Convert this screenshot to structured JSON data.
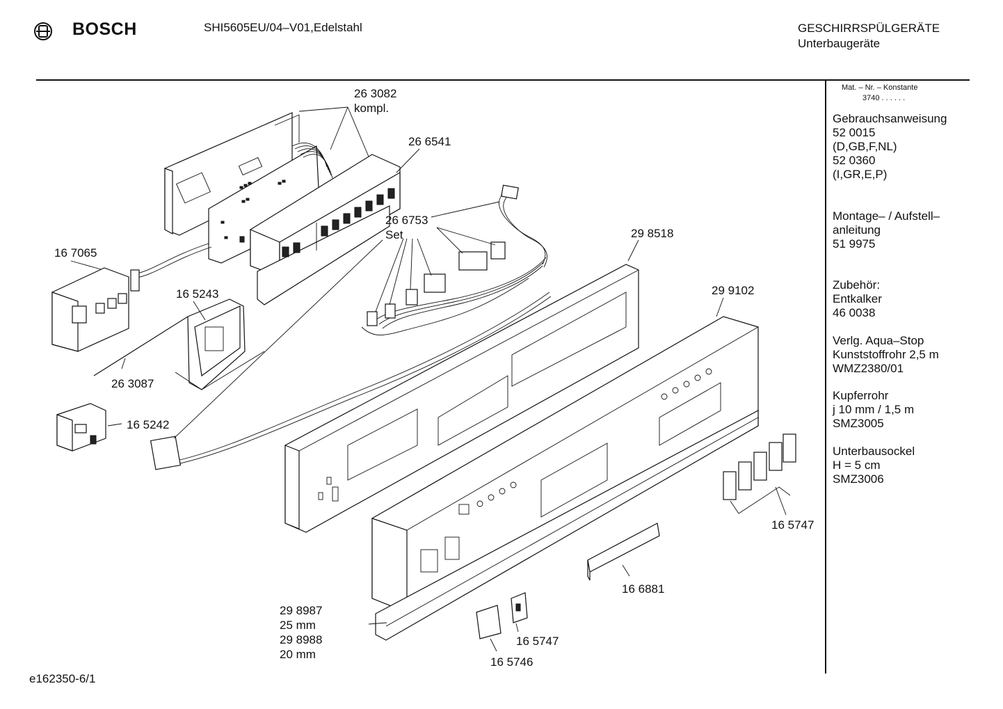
{
  "header": {
    "brand": "BOSCH",
    "model": "SHI5605EU/04–V01,Edelstahl",
    "category_line1": "GESCHIRRSPÜLGERÄTE",
    "category_line2": "Unterbaugeräte"
  },
  "sidebar": {
    "mat_nr_label": "Mat. – Nr. – Konstante",
    "mat_nr_value": "3740  .  .    .  .  .  .",
    "sections": [
      {
        "lines": [
          "Gebrauchsanweisung",
          "52 0015",
          "(D,GB,F,NL)",
          "52 0360",
          "(I,GR,E,P)"
        ]
      },
      {
        "lines": [
          "Montage– / Aufstell–",
          "anleitung",
          "51 9975"
        ]
      },
      {
        "lines": [
          "Zubehör:",
          "Entkalker",
          "46 0038"
        ]
      },
      {
        "lines": [
          "Verlg. Aqua–Stop",
          "Kunststoffrohr 2,5 m",
          "WMZ2380/01"
        ]
      },
      {
        "lines": [
          "Kupferrohr",
          "j 10 mm / 1,5 m",
          "SMZ3005"
        ]
      },
      {
        "lines": [
          "Unterbausockel",
          "H = 5 cm",
          "SMZ3006"
        ]
      }
    ]
  },
  "parts": [
    {
      "lines": [
        "26 3082",
        "kompl."
      ]
    },
    {
      "lines": [
        "26 6541"
      ]
    },
    {
      "lines": [
        "26 6753",
        "Set"
      ]
    },
    {
      "lines": [
        "16 7065"
      ]
    },
    {
      "lines": [
        "16 5243"
      ]
    },
    {
      "lines": [
        "26 3087"
      ]
    },
    {
      "lines": [
        "16 5242"
      ]
    },
    {
      "lines": [
        "29 8518"
      ]
    },
    {
      "lines": [
        "29 9102"
      ]
    },
    {
      "lines": [
        "16 5747"
      ]
    },
    {
      "lines": [
        "16 6881"
      ]
    },
    {
      "lines": [
        "29 8987",
        "25 mm",
        "29 8988",
        "20 mm"
      ]
    },
    {
      "lines": [
        "16 5747"
      ]
    },
    {
      "lines": [
        "16 5746"
      ]
    }
  ],
  "footer": {
    "drawing_id": "e162350-6/1"
  }
}
